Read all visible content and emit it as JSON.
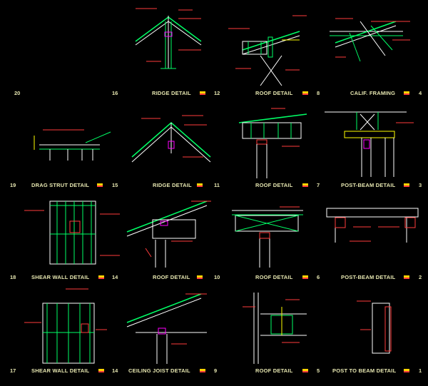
{
  "cells": [
    {
      "id": "c20",
      "number": "20",
      "title": "",
      "ref": ""
    },
    {
      "id": "c16",
      "number": "16",
      "title": "RIDGE DETAIL",
      "ref": "12"
    },
    {
      "id": "c12",
      "number": "",
      "title": "ROOF DETAIL",
      "ref": "8"
    },
    {
      "id": "c8",
      "number": "",
      "title": "CALIF. FRAMING",
      "ref": "4"
    },
    {
      "id": "c19",
      "number": "19",
      "title": "DRAG STRUT DETAIL",
      "ref": "15"
    },
    {
      "id": "c15",
      "number": "",
      "title": "RIDGE DETAIL",
      "ref": "11"
    },
    {
      "id": "c11",
      "number": "",
      "title": "ROOF DETAIL",
      "ref": "7"
    },
    {
      "id": "c7",
      "number": "",
      "title": "POST-BEAM DETAIL",
      "ref": "3"
    },
    {
      "id": "c18",
      "number": "18",
      "title": "SHEAR WALL DETAIL",
      "ref": "14"
    },
    {
      "id": "c14",
      "number": "",
      "title": "ROOF DETAIL",
      "ref": "10"
    },
    {
      "id": "c10",
      "number": "",
      "title": "ROOF DETAIL",
      "ref": "6"
    },
    {
      "id": "c6",
      "number": "",
      "title": "POST-BEAM DETAIL",
      "ref": "2"
    },
    {
      "id": "c17",
      "number": "17",
      "title": "SHEAR WALL DETAIL",
      "ref": "14"
    },
    {
      "id": "c13",
      "number": "",
      "title": "CEILING JOIST DETAIL",
      "ref": "9"
    },
    {
      "id": "c9",
      "number": "",
      "title": "ROOF DETAIL",
      "ref": "5"
    },
    {
      "id": "c5",
      "number": "",
      "title": "POST TO BEAM DETAIL",
      "ref": "1"
    }
  ],
  "colors": {
    "background": "#000000",
    "title": "#e6e6b0",
    "member": "#00ff66",
    "outline": "#ffffff",
    "note": "#ff3c3c",
    "dimension": "#ffff00",
    "accent": "#ff00ff"
  }
}
